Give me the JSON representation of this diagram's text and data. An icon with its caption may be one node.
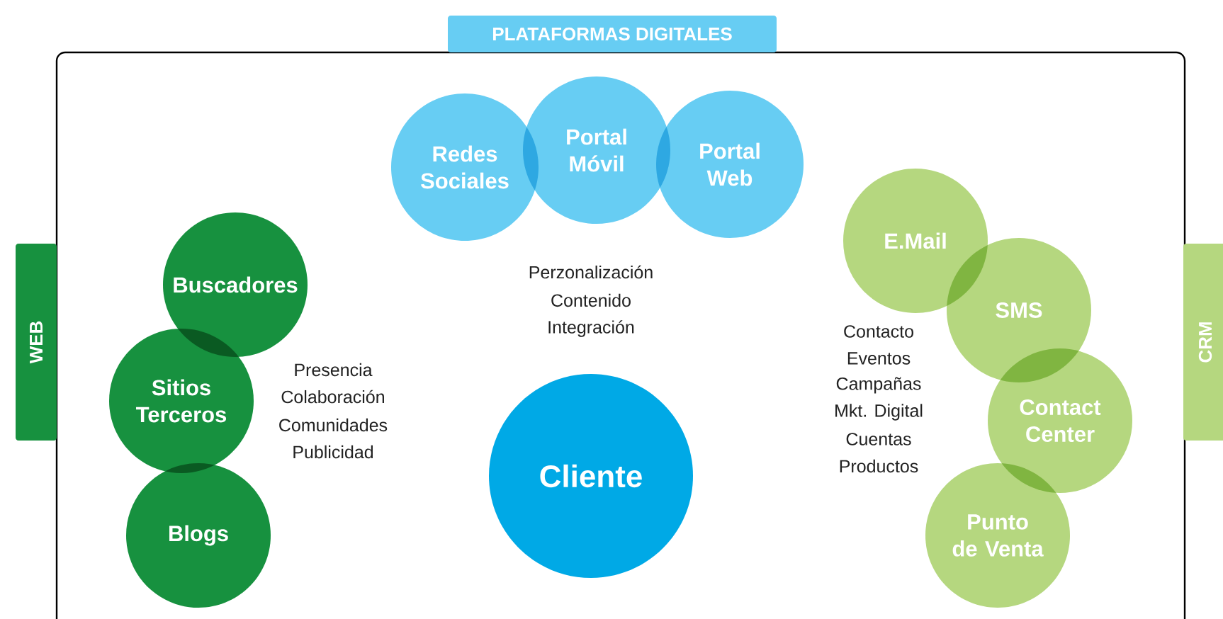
{
  "diagram": {
    "nodes": [
      {
        "text": [
          "PLATAFORMAS DIGITALES"
        ]
      },
      {
        "text": [
          "Redes Sociales"
        ],
        "in": 0
      },
      {
        "text": [
          "Portal Móvil"
        ],
        "in": 0
      },
      {
        "text": [
          "Portal Web"
        ],
        "in": 0
      },
      {
        "text": [
          "WEB"
        ]
      },
      {
        "text": [
          "Buscadores"
        ],
        "in": 0
      },
      {
        "text": [
          "Sitios Terceros"
        ],
        "in": 0
      },
      {
        "text": [
          "Blogs"
        ],
        "in": 0
      },
      {
        "text": [
          "Cliente"
        ],
        "in": 0
      },
      {
        "text": [
          "E.Mail"
        ],
        "in": 0
      },
      {
        "text": [
          "SMS"
        ],
        "in": 0
      },
      {
        "text": [
          "Contact Center"
        ],
        "in": 0
      },
      {
        "text": [
          "Punto de Venta"
        ],
        "in": 0
      },
      {
        "text": [
          "CRM"
        ]
      }
    ],
    "labels": [
      "Perzonalización",
      "Contenido",
      "Integración",
      "Presencia",
      "Colaboración",
      "Comunidades",
      "Publicidad",
      "Contacto",
      "Eventos",
      "Campañas",
      "Mkt. Digital",
      "Cuentas",
      "Productos"
    ]
  }
}
